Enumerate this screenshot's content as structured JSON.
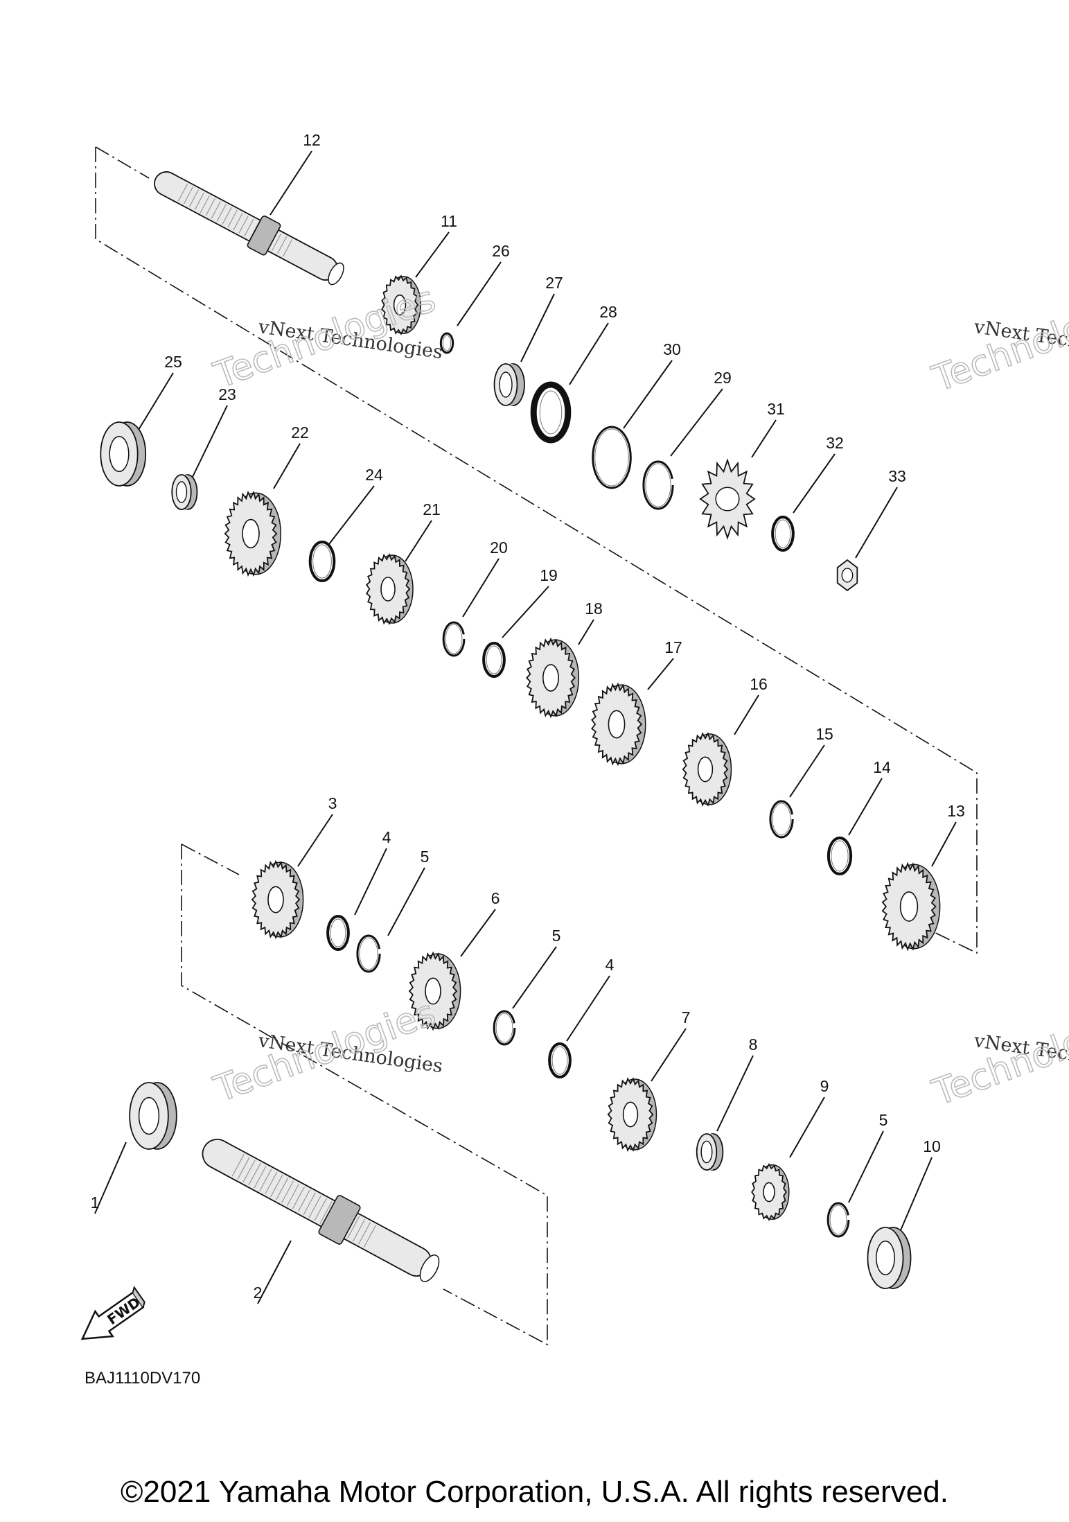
{
  "diagram": {
    "code": "BAJ1110DV170",
    "fwd_label": "FWD",
    "watermark_brand": "vNext Technologies",
    "watermark_word": "Technologies",
    "copyright": "©2021 Yamaha Motor Corporation, U.S.A. All rights reserved."
  },
  "parts": [
    {
      "label": "1",
      "kind": "bearing"
    },
    {
      "label": "2",
      "kind": "shaft"
    },
    {
      "label": "3",
      "kind": "gear"
    },
    {
      "label": "4",
      "kind": "washer"
    },
    {
      "label": "5",
      "kind": "circlip"
    },
    {
      "label": "6",
      "kind": "gear"
    },
    {
      "label": "5",
      "kind": "circlip"
    },
    {
      "label": "4",
      "kind": "washer"
    },
    {
      "label": "7",
      "kind": "gear"
    },
    {
      "label": "8",
      "kind": "collar"
    },
    {
      "label": "9",
      "kind": "gear"
    },
    {
      "label": "5",
      "kind": "circlip"
    },
    {
      "label": "10",
      "kind": "bearing"
    },
    {
      "label": "11",
      "kind": "gear"
    },
    {
      "label": "12",
      "kind": "shaft"
    },
    {
      "label": "13",
      "kind": "gear"
    },
    {
      "label": "14",
      "kind": "washer"
    },
    {
      "label": "15",
      "kind": "circlip"
    },
    {
      "label": "16",
      "kind": "gear"
    },
    {
      "label": "17",
      "kind": "gear"
    },
    {
      "label": "18",
      "kind": "gear"
    },
    {
      "label": "19",
      "kind": "washer"
    },
    {
      "label": "20",
      "kind": "circlip"
    },
    {
      "label": "21",
      "kind": "gear"
    },
    {
      "label": "22",
      "kind": "gear"
    },
    {
      "label": "23",
      "kind": "collar"
    },
    {
      "label": "24",
      "kind": "washer"
    },
    {
      "label": "25",
      "kind": "bearing"
    },
    {
      "label": "26",
      "kind": "ring"
    },
    {
      "label": "27",
      "kind": "collar"
    },
    {
      "label": "28",
      "kind": "seal"
    },
    {
      "label": "29",
      "kind": "circlip"
    },
    {
      "label": "30",
      "kind": "ring"
    },
    {
      "label": "31",
      "kind": "sprocket"
    },
    {
      "label": "32",
      "kind": "washer"
    },
    {
      "label": "33",
      "kind": "nut"
    }
  ],
  "colors": {
    "line": "#111111",
    "part_fill": "#e9e9e9",
    "part_shade": "#b8b8b8"
  }
}
